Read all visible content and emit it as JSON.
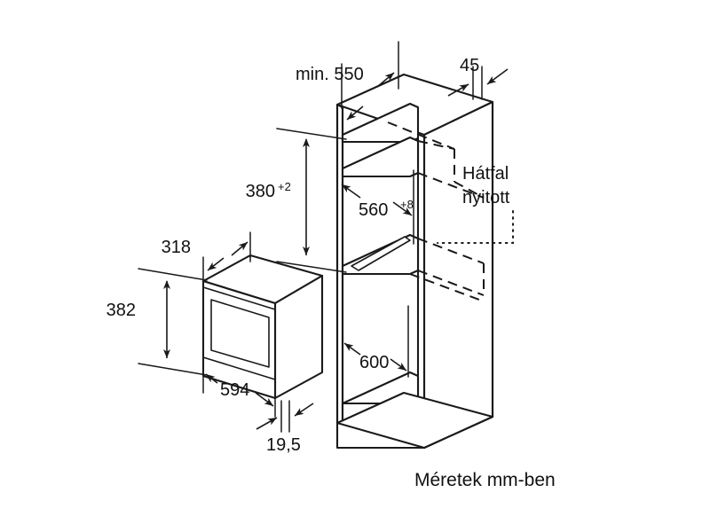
{
  "drawing": {
    "title_caption": "Méretek mm-ben",
    "note": {
      "line1": "Hátfal",
      "line2": "nyitott"
    },
    "ink_color": "#1a1a1a",
    "background_color": "#ffffff",
    "dimensions": {
      "niche_depth": "min. 550",
      "top_gap": "45",
      "niche_height": "380",
      "niche_height_tolerance": "+2",
      "niche_width": "560",
      "niche_width_tolerance": "+8",
      "cabinet_depth": "600",
      "appliance_depth": "318",
      "appliance_height": "382",
      "appliance_width": "594",
      "frame_thickness": "19,5"
    },
    "parts": {
      "appliance_label": "built-in-microwave-oven",
      "cabinet_label": "tall-kitchen-cabinet-niche"
    }
  }
}
